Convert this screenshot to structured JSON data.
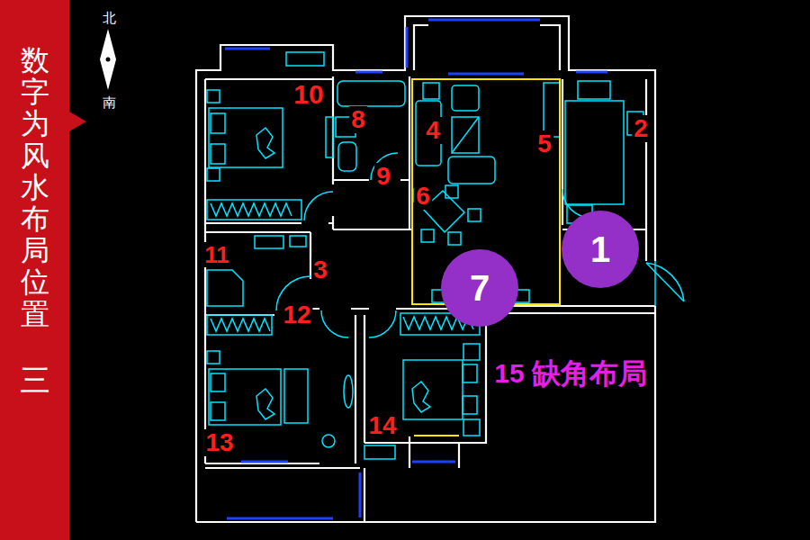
{
  "diagram": {
    "nodes": [
      {
        "text": [
          "数字为风水布局位置",
          "三"
        ]
      },
      {
        "text": [
          "1"
        ]
      },
      {
        "text": [
          "7"
        ]
      }
    ],
    "labels": [
      "北",
      "南",
      "10",
      "8",
      "4",
      "5",
      "2",
      "9",
      "6",
      "11",
      "3",
      "12",
      "13",
      "14",
      "15",
      "缺角布局"
    ]
  }
}
